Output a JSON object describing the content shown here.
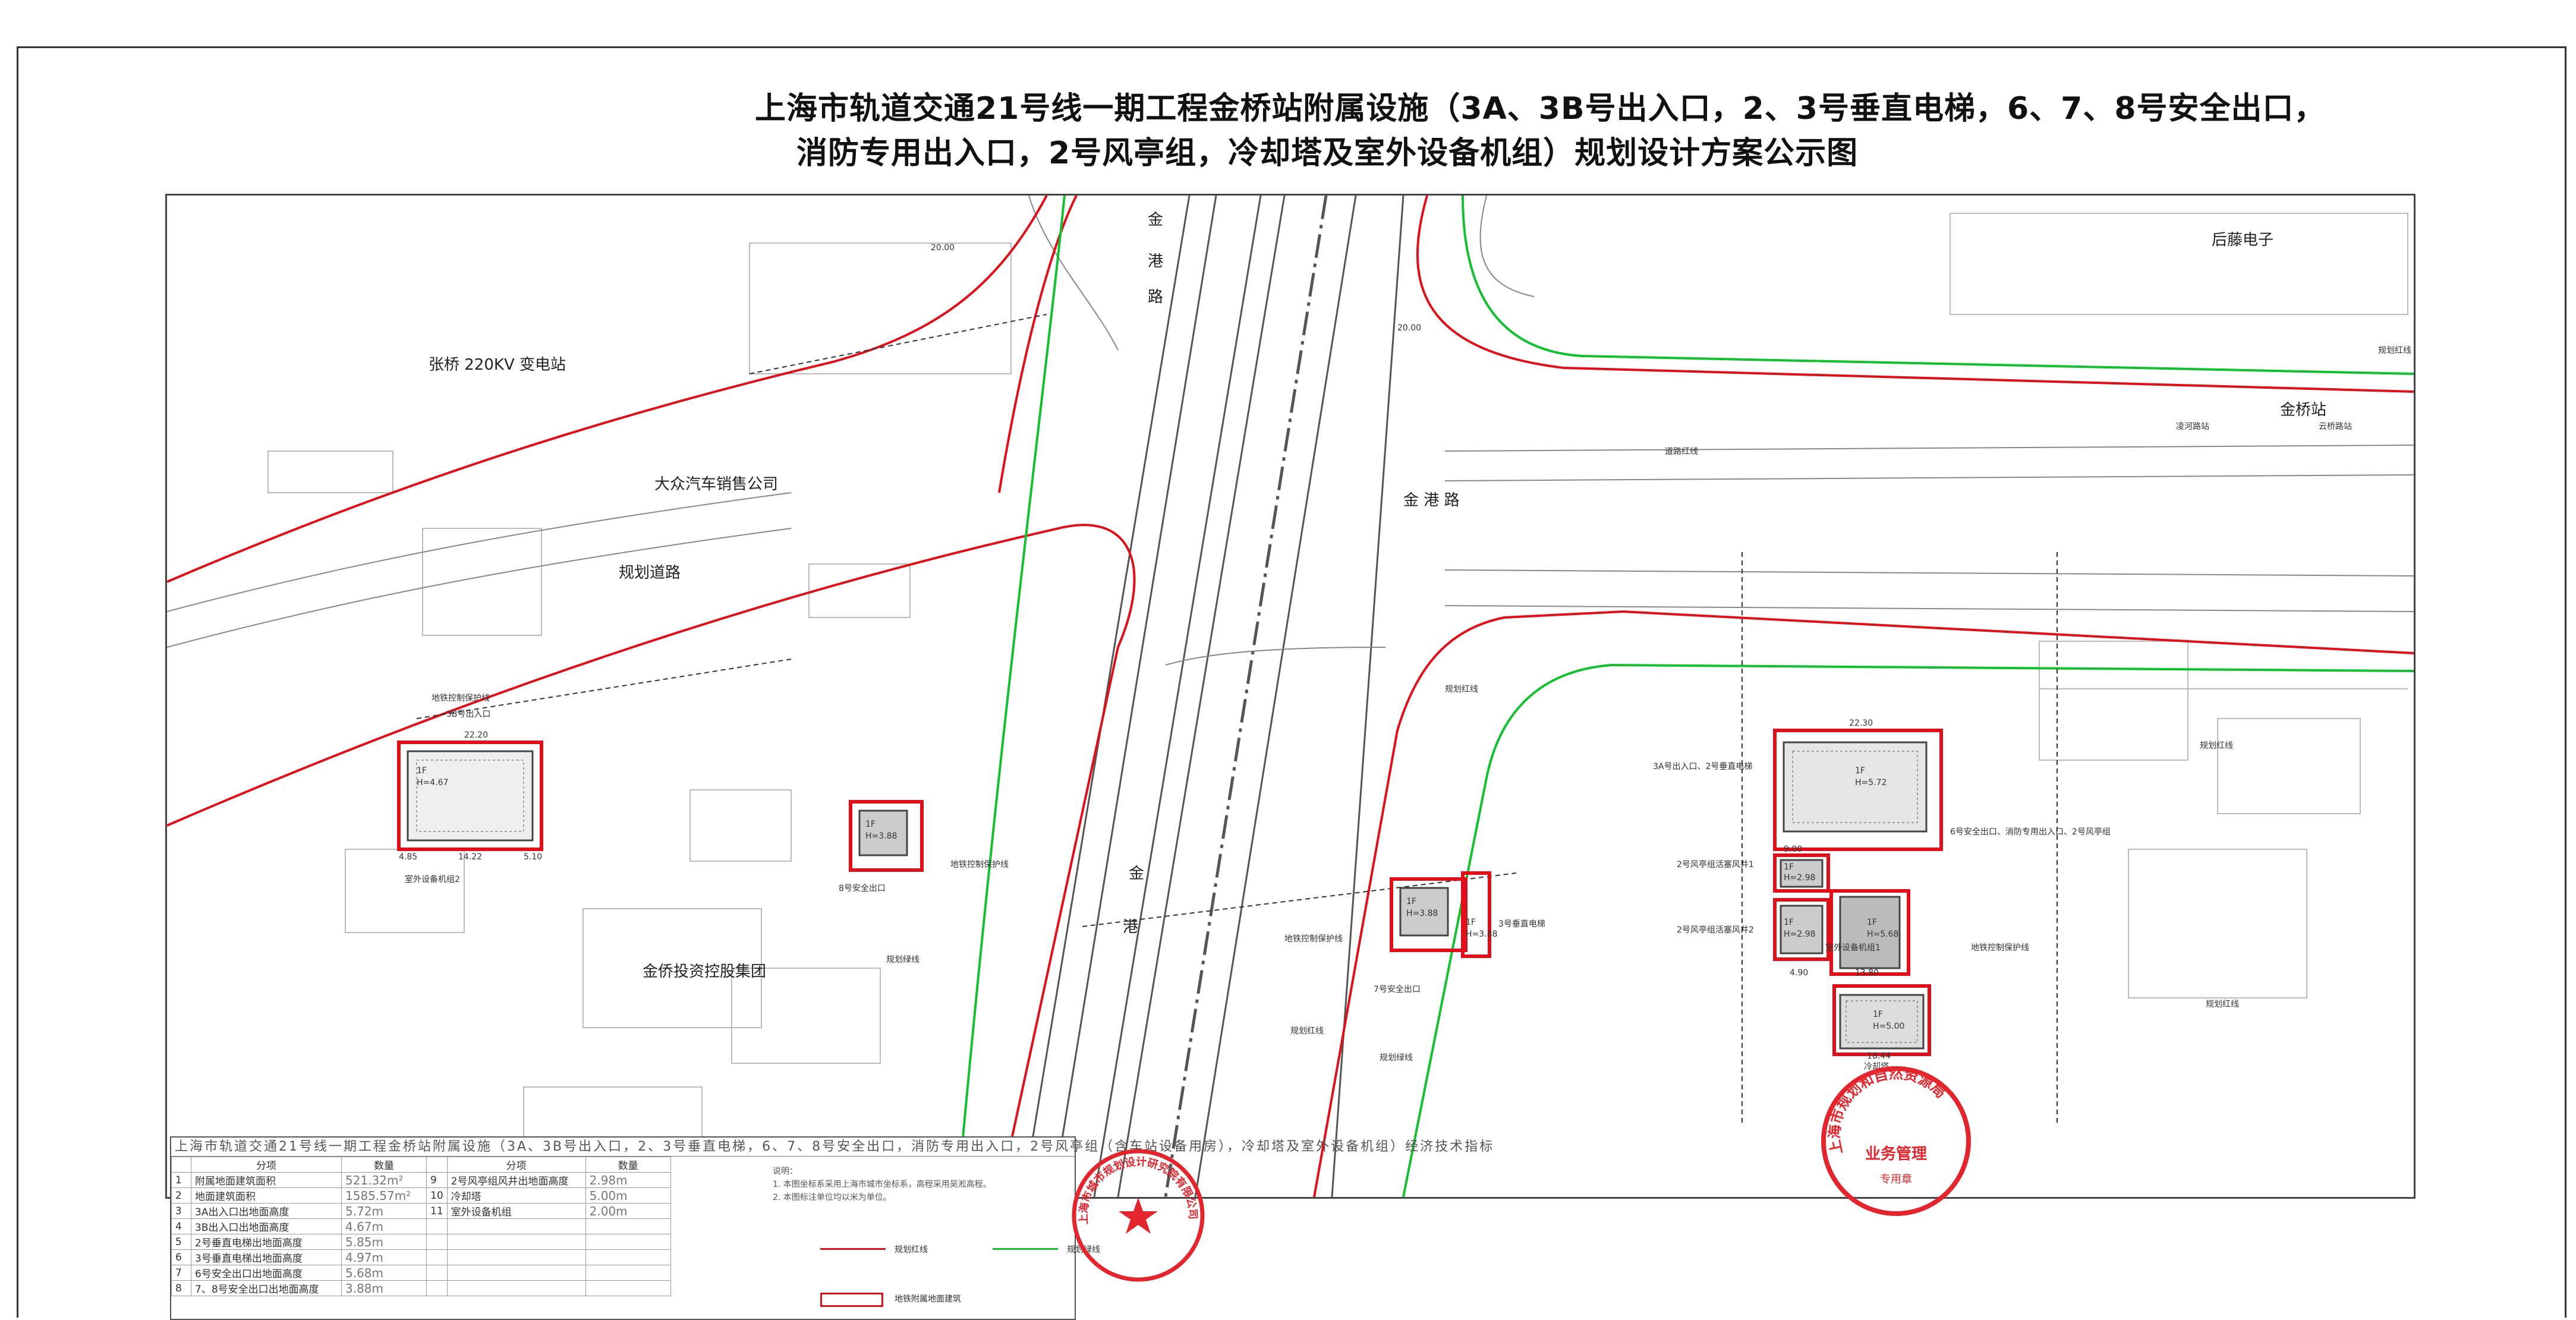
{
  "title": {
    "line1": "上海市轨道交通21号线一期工程金桥站附属设施（3A、3B号出入口，2、3号垂直电梯，6、7、8号安全出口，",
    "line2": "消防专用出入口，2号风亭组，冷却塔及室外设备机组）规划设计方案公示图"
  },
  "map": {
    "places": {
      "substation": "张桥 220KV 变电站",
      "vw": "大众汽车销售公司",
      "planned_road": "规划道路",
      "jinqiao_group": "金侨投资控股集团",
      "houteng": "后藤电子",
      "jinqiao_station": "金桥站",
      "lingyun_stop": "凌河路站",
      "yunqiao_stop": "云桥路站"
    },
    "roads": {
      "jingang_1": "金",
      "jingang_2": "港",
      "jingang_3": "路",
      "jingang_h": "金 港 路",
      "jingang_low_1": "金",
      "jingang_low_2": "港"
    },
    "labels": {
      "protect_line_a": "地铁控制保护线",
      "exit_3b": "3B号出入口",
      "outdoor_unit2": "室外设备机组2",
      "safety_exit_8": "8号安全出口",
      "protect_line_b": "地铁控制保护线",
      "green_line_a": "规划绿线",
      "protect_line_c": "地铁控制保护线",
      "elevator_3": "3号垂直电梯",
      "safety_exit_7": "7号安全出口",
      "red_line_a": "规划红线",
      "green_line_b": "规划绿线",
      "red_line_b": "规划红线",
      "red_line_c": "规划红线",
      "exit_3a": "3A号出入口、2号垂直电梯",
      "safety_exit_6": "6号安全出口、消防专用出入口、2号风亭组",
      "wind_2_1": "2号风亭组活塞风井1",
      "wind_2_2": "2号风亭组活塞风井2",
      "outdoor_unit1": "室外设备机组1",
      "protect_line_d": "地铁控制保护线",
      "cooling": "冷却塔",
      "red_line_d": "规划红线",
      "road_red_a": "道路红线",
      "red_line_e": "规划红线"
    },
    "buildings": {
      "b3b": {
        "floor": "1F",
        "h": "H=4.67"
      },
      "b8": {
        "floor": "1F",
        "h": "H=3.88"
      },
      "b7": {
        "floor": "1F",
        "h": "H=3.88"
      },
      "b7b": {
        "floor": "1F",
        "h": "H=3.88"
      },
      "b3a": {
        "floor": "1F",
        "h": "H=5.72"
      },
      "bw1": {
        "floor": "1F",
        "h": "H=2.98"
      },
      "bw2": {
        "floor": "1F",
        "h": "H=2.98"
      },
      "b6": {
        "floor": "1F",
        "h": "H=5.68"
      },
      "bc": {
        "floor": "1F",
        "h": "H=5.00"
      }
    },
    "dims": {
      "d1": "22.20",
      "d2": "4.85",
      "d3": "14.22",
      "d4": "5.10",
      "d5": "22.30",
      "d6": "9.00",
      "d7": "4.90",
      "d8": "13.80",
      "d9": "18.44",
      "d10": "20.00",
      "d11": "20.00"
    }
  },
  "table": {
    "header": "上海市轨道交通21号线一期工程金桥站附属设施（3A、3B号出入口，2、3号垂直电梯，6、7、8号安全出口，消防专用出入口，2号风亭组（含车站设备用房），冷却塔及室外设备机组）经济技术指标",
    "col_item": "分项",
    "col_value": "数量",
    "rows": [
      {
        "no": "1",
        "item": "附属地面建筑面积",
        "value": "521.32m²",
        "no2": "9",
        "item2": "2号风亭组风井出地面高度",
        "value2": "2.98m"
      },
      {
        "no": "2",
        "item": "地面建筑面积",
        "value": "1585.57m²",
        "no2": "10",
        "item2": "冷却塔",
        "value2": "5.00m"
      },
      {
        "no": "3",
        "item": "3A出入口出地面高度",
        "value": "5.72m",
        "no2": "11",
        "item2": "室外设备机组",
        "value2": "2.00m"
      },
      {
        "no": "4",
        "item": "3B出入口出地面高度",
        "value": "4.67m",
        "no2": "",
        "item2": "",
        "value2": ""
      },
      {
        "no": "5",
        "item": "2号垂直电梯出地面高度",
        "value": "5.85m",
        "no2": "",
        "item2": "",
        "value2": ""
      },
      {
        "no": "6",
        "item": "3号垂直电梯出地面高度",
        "value": "4.97m",
        "no2": "",
        "item2": "",
        "value2": ""
      },
      {
        "no": "7",
        "item": "6号安全出口出地面高度",
        "value": "5.68m",
        "no2": "",
        "item2": "",
        "value2": ""
      },
      {
        "no": "8",
        "item": "7、8号安全出口出地面高度",
        "value": "3.88m",
        "no2": "",
        "item2": "",
        "value2": ""
      }
    ]
  },
  "notes": {
    "title": "说明：",
    "n1": "1. 本图坐标系采用上海市城市坐标系，高程采用吴淞高程。",
    "n2": "2. 本图标注单位均以米为单位。"
  },
  "legend": {
    "red_line": "规划红线",
    "green_line": "规划绿线",
    "box": "地铁附属地面建筑",
    "colors": {
      "red": "#e0101a",
      "green": "#12c030"
    }
  },
  "seals": {
    "left_text": "上海市城市规划设计研究院有限公司",
    "right_text": "上海市规划和自然资源局",
    "right_sub": "业务管理",
    "right_tag": "专用章",
    "color": "#e3262e"
  }
}
